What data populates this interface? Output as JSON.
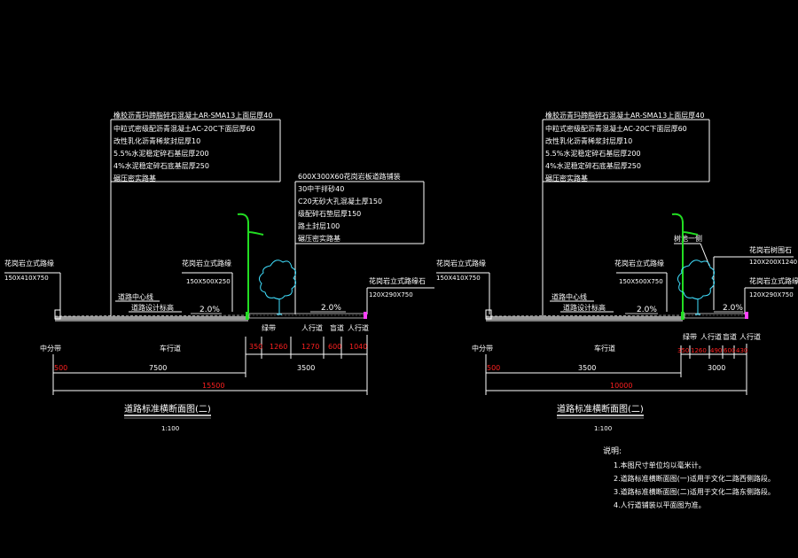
{
  "colors": {
    "background": "#000000",
    "line_white": "#ffffff",
    "road_gray": "#b0b0b0",
    "dimension_red": "#ff2020",
    "pole_green": "#22dd22",
    "tree_cyan": "#40e0ff",
    "curb_magenta": "#ff40ff"
  },
  "left": {
    "pavement_layers": [
      "橡胶沥青玛蹄脂碎石混凝土AR-SMA13上面层厚40",
      "中粒式密级配沥青混凝土AC-20C下面层厚60",
      "改性乳化沥青稀浆封层厚10",
      "5.5%水泥稳定碎石基层厚200",
      "4%水泥稳定碎石底基层厚250",
      "碾压密实路基"
    ],
    "sidewalk_layers": [
      "600X300X60花岗岩板道路铺装",
      "30中干拌砂40",
      "C20无砂大孔混凝土厚150",
      "级配碎石垫层厚150",
      "路土封层100",
      "碾压密实路基"
    ],
    "curb_left_title": "花岗岩立式路缘",
    "curb_left_size": "150X410X750",
    "curb_mid_title": "花岗岩立式路缘",
    "curb_mid_size": "150X500X250",
    "curb_right_title": "花岗岩立式路缘石",
    "curb_right_size": "120X290X750",
    "center_line": "道路中心线",
    "design_line": "道路设计标高",
    "slope_road": "2.0%",
    "slope_walk": "2.0%",
    "zone_labels": {
      "median": "中分带",
      "carriageway": "车行道",
      "greenbelt": "绿带",
      "sidewalk": "人行道",
      "blindway": "盲道",
      "walk2": "人行道"
    },
    "dims_top": [
      "500",
      "7500",
      "350",
      "1260",
      "1270",
      "600",
      "1040"
    ],
    "dims_mid": [
      "3500"
    ],
    "dims_total": "15500",
    "title": "道路标准横断面图(二)",
    "scale": "1:100"
  },
  "right": {
    "pavement_layers": [
      "橡胶沥青玛蹄脂碎石混凝土AR-SMA13上面层厚40",
      "中粒式密级配沥青混凝土AC-20C下面层厚60",
      "改性乳化沥青稀浆封层厚10",
      "5.5%水泥稳定碎石基层厚200",
      "4%水泥稳定碎石底基层厚250",
      "碾压密实路基"
    ],
    "curb_left_title": "花岗岩立式路缘",
    "curb_left_size": "150X410X750",
    "curb_mid_title": "花岗岩立式路缘",
    "curb_mid_size": "150X500X750",
    "tree_note": "树池一侧",
    "curb_top_right_title": "花岗岩树围石",
    "curb_top_right_size": "120X200X1240",
    "curb_right_title": "花岗岩立式路缘石",
    "curb_right_size": "120X290X750",
    "center_line": "道路中心线",
    "design_line": "道路设计标高",
    "slope_road": "2.0%",
    "slope_walk": "2.0%",
    "zone_labels": {
      "median": "中分带",
      "carriageway": "车行道",
      "greenbelt": "绿带",
      "sidewalk": "人行道",
      "blindway": "盲道",
      "walk2": "人行道"
    },
    "dims_top": [
      "500",
      "3500",
      "350",
      "1260",
      "490",
      "600",
      "430"
    ],
    "dims_mid": [
      "3000"
    ],
    "dims_total": "10000",
    "title": "道路标准横断面图(二)",
    "scale": "1:100"
  },
  "notes": {
    "heading": "说明:",
    "items": [
      "1.本图尺寸单位均以毫米计。",
      "2.道路标准横断面图(一)适用于文化二路西侧路段。",
      "3.道路标准横断面图(二)适用于文化二路东侧路段。",
      "4.人行道铺装以平面图为准。"
    ]
  }
}
